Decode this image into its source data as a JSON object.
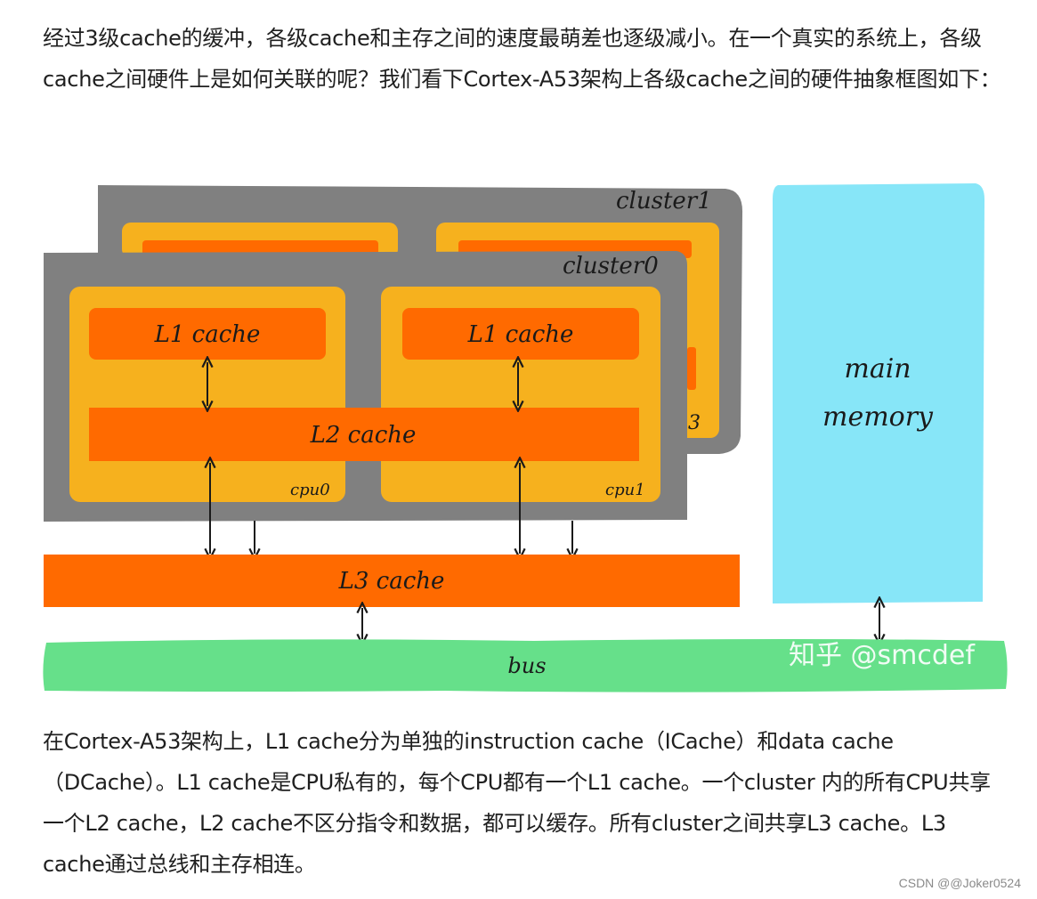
{
  "intro_text": "经过3级cache的缓冲，各级cache和主存之间的速度最萌差也逐级减小。在一个真实的系统上，各级cache之间硬件上是如何关联的呢？我们看下Cortex-A53架构上各级cache之间的硬件抽象框图如下：",
  "diagram": {
    "cluster1_label": "cluster1",
    "cluster0_label": "cluster0",
    "cpu0_label": "cpu0",
    "cpu1_label": "cpu1",
    "l1_label": "L1 cache",
    "l2_label": "L2 cache",
    "l3_label": "L3 cache",
    "bus_label": "bus",
    "memory_label_line1": "main",
    "memory_label_line2": "memory",
    "partial_l3_fragment": "3",
    "image_watermark": "知乎 @smcdef",
    "colors": {
      "cluster_gray": "#808080",
      "cpu_yellow": "#f6b11e",
      "cache_orange": "#ff6a00",
      "memory_cyan": "#87e6f8",
      "bus_green": "#66e08a"
    }
  },
  "body_text": "在Cortex-A53架构上，L1 cache分为单独的instruction cache（ICache）和data cache（DCache）。L1 cache是CPU私有的，每个CPU都有一个L1 cache。一个cluster 内的所有CPU共享一个L2 cache，L2 cache不区分指令和数据，都可以缓存。所有cluster之间共享L3 cache。L3 cache通过总线和主存相连。",
  "page_watermark": "CSDN @@Joker0524"
}
